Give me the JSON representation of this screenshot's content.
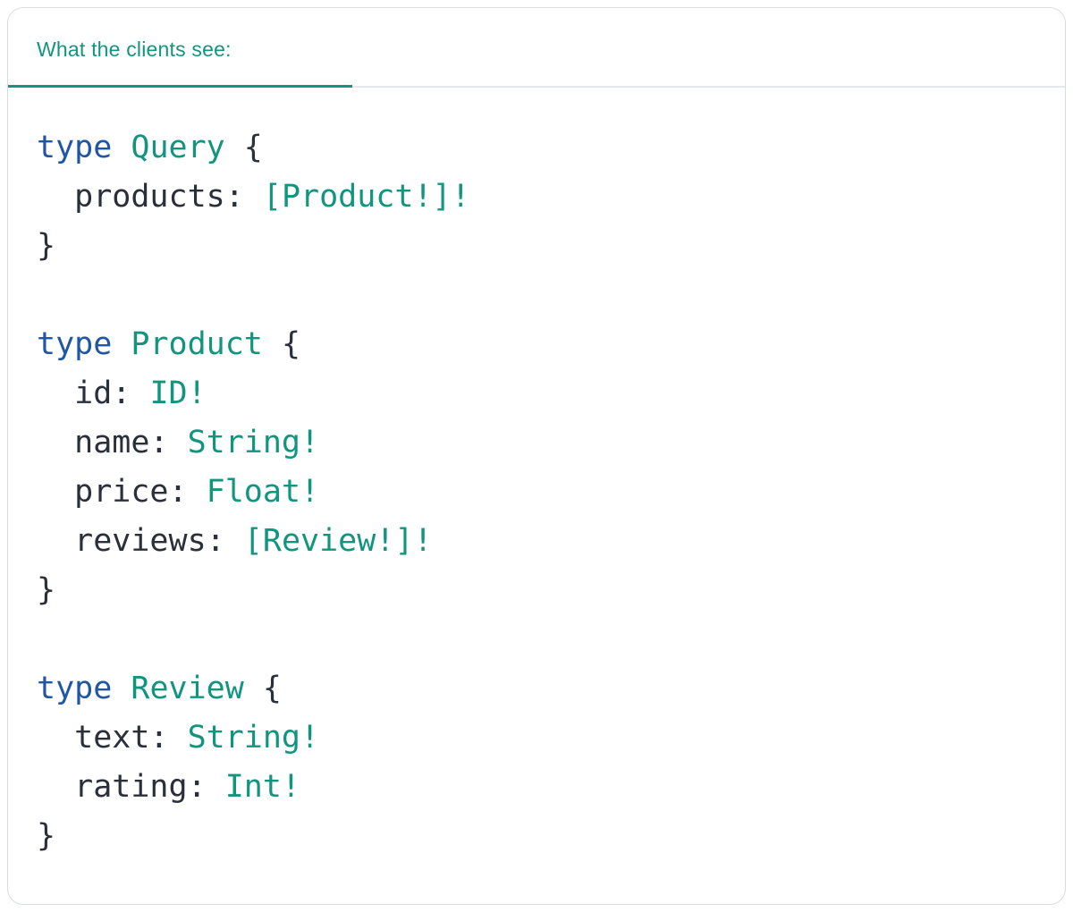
{
  "header": {
    "title": "What the clients see:"
  },
  "colors": {
    "accent_teal": "#12957f",
    "keyword_blue": "#2156a5",
    "code_text": "#2a2f3a",
    "divider_gray": "#e4e7eb",
    "card_border": "#d9dde2",
    "background": "#ffffff"
  },
  "code": {
    "language": "graphql",
    "lines": [
      [
        {
          "t": "type",
          "c": "keyword"
        },
        {
          "t": " ",
          "c": "plain"
        },
        {
          "t": "Query",
          "c": "type"
        },
        {
          "t": " {",
          "c": "plain"
        }
      ],
      [
        {
          "t": "  products: ",
          "c": "plain"
        },
        {
          "t": "[Product!]!",
          "c": "type"
        }
      ],
      [
        {
          "t": "}",
          "c": "plain"
        }
      ],
      [],
      [
        {
          "t": "type",
          "c": "keyword"
        },
        {
          "t": " ",
          "c": "plain"
        },
        {
          "t": "Product",
          "c": "type"
        },
        {
          "t": " {",
          "c": "plain"
        }
      ],
      [
        {
          "t": "  id: ",
          "c": "plain"
        },
        {
          "t": "ID!",
          "c": "type"
        }
      ],
      [
        {
          "t": "  name: ",
          "c": "plain"
        },
        {
          "t": "String!",
          "c": "type"
        }
      ],
      [
        {
          "t": "  price: ",
          "c": "plain"
        },
        {
          "t": "Float!",
          "c": "type"
        }
      ],
      [
        {
          "t": "  reviews: ",
          "c": "plain"
        },
        {
          "t": "[Review!]!",
          "c": "type"
        }
      ],
      [
        {
          "t": "}",
          "c": "plain"
        }
      ],
      [],
      [
        {
          "t": "type",
          "c": "keyword"
        },
        {
          "t": " ",
          "c": "plain"
        },
        {
          "t": "Review",
          "c": "type"
        },
        {
          "t": " {",
          "c": "plain"
        }
      ],
      [
        {
          "t": "  text: ",
          "c": "plain"
        },
        {
          "t": "String!",
          "c": "type"
        }
      ],
      [
        {
          "t": "  rating: ",
          "c": "plain"
        },
        {
          "t": "Int!",
          "c": "type"
        }
      ],
      [
        {
          "t": "}",
          "c": "plain"
        }
      ]
    ]
  }
}
